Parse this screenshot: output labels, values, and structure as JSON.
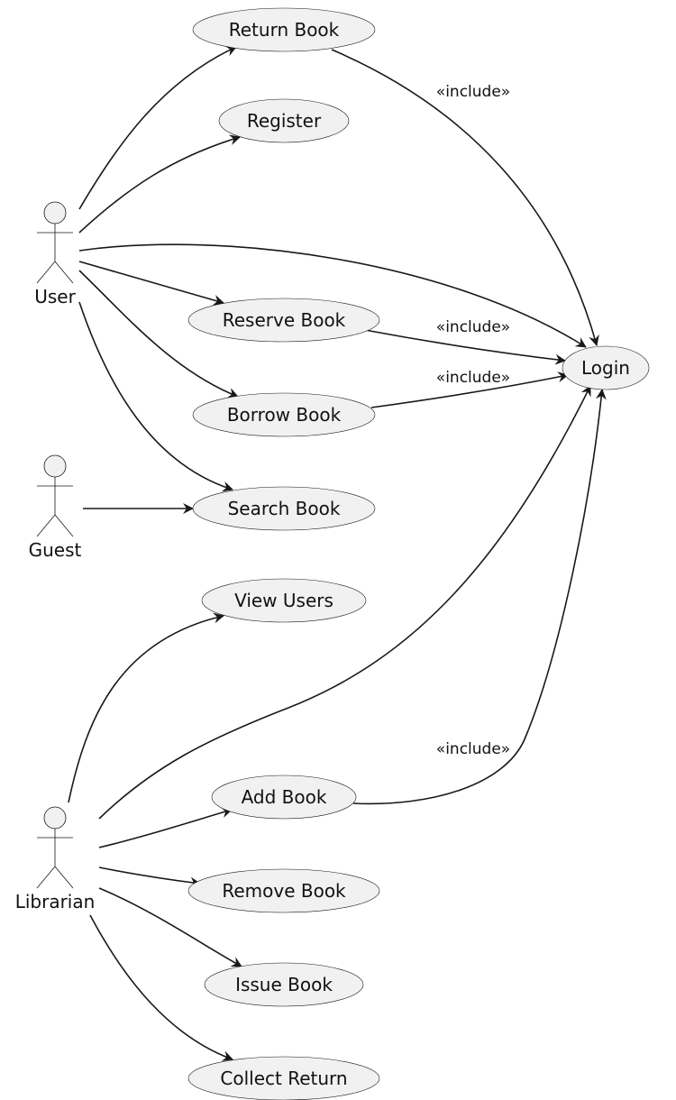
{
  "diagram": {
    "type": "use-case",
    "actors": [
      {
        "id": "user",
        "label": "User"
      },
      {
        "id": "guest",
        "label": "Guest"
      },
      {
        "id": "librarian",
        "label": "Librarian"
      }
    ],
    "use_cases": [
      {
        "id": "return_book",
        "label": "Return Book"
      },
      {
        "id": "register",
        "label": "Register"
      },
      {
        "id": "reserve_book",
        "label": "Reserve Book"
      },
      {
        "id": "borrow_book",
        "label": "Borrow Book"
      },
      {
        "id": "search_book",
        "label": "Search Book"
      },
      {
        "id": "login",
        "label": "Login"
      },
      {
        "id": "view_users",
        "label": "View Users"
      },
      {
        "id": "add_book",
        "label": "Add Book"
      },
      {
        "id": "remove_book",
        "label": "Remove Book"
      },
      {
        "id": "issue_book",
        "label": "Issue Book"
      },
      {
        "id": "collect_return",
        "label": "Collect Return"
      }
    ],
    "edge_labels": {
      "include_return": "«include»",
      "include_reserve": "«include»",
      "include_borrow": "«include»",
      "include_add": "«include»"
    },
    "relations": [
      {
        "from": "user",
        "to": "return_book"
      },
      {
        "from": "user",
        "to": "register"
      },
      {
        "from": "user",
        "to": "login"
      },
      {
        "from": "user",
        "to": "reserve_book"
      },
      {
        "from": "user",
        "to": "borrow_book"
      },
      {
        "from": "user",
        "to": "search_book"
      },
      {
        "from": "guest",
        "to": "search_book"
      },
      {
        "from": "librarian",
        "to": "view_users"
      },
      {
        "from": "librarian",
        "to": "login"
      },
      {
        "from": "librarian",
        "to": "add_book"
      },
      {
        "from": "librarian",
        "to": "remove_book"
      },
      {
        "from": "librarian",
        "to": "issue_book"
      },
      {
        "from": "librarian",
        "to": "collect_return"
      },
      {
        "from": "return_book",
        "to": "login",
        "label": "«include»"
      },
      {
        "from": "reserve_book",
        "to": "login",
        "label": "«include»"
      },
      {
        "from": "borrow_book",
        "to": "login",
        "label": "«include»"
      },
      {
        "from": "add_book",
        "to": "login",
        "label": "«include»"
      }
    ]
  }
}
